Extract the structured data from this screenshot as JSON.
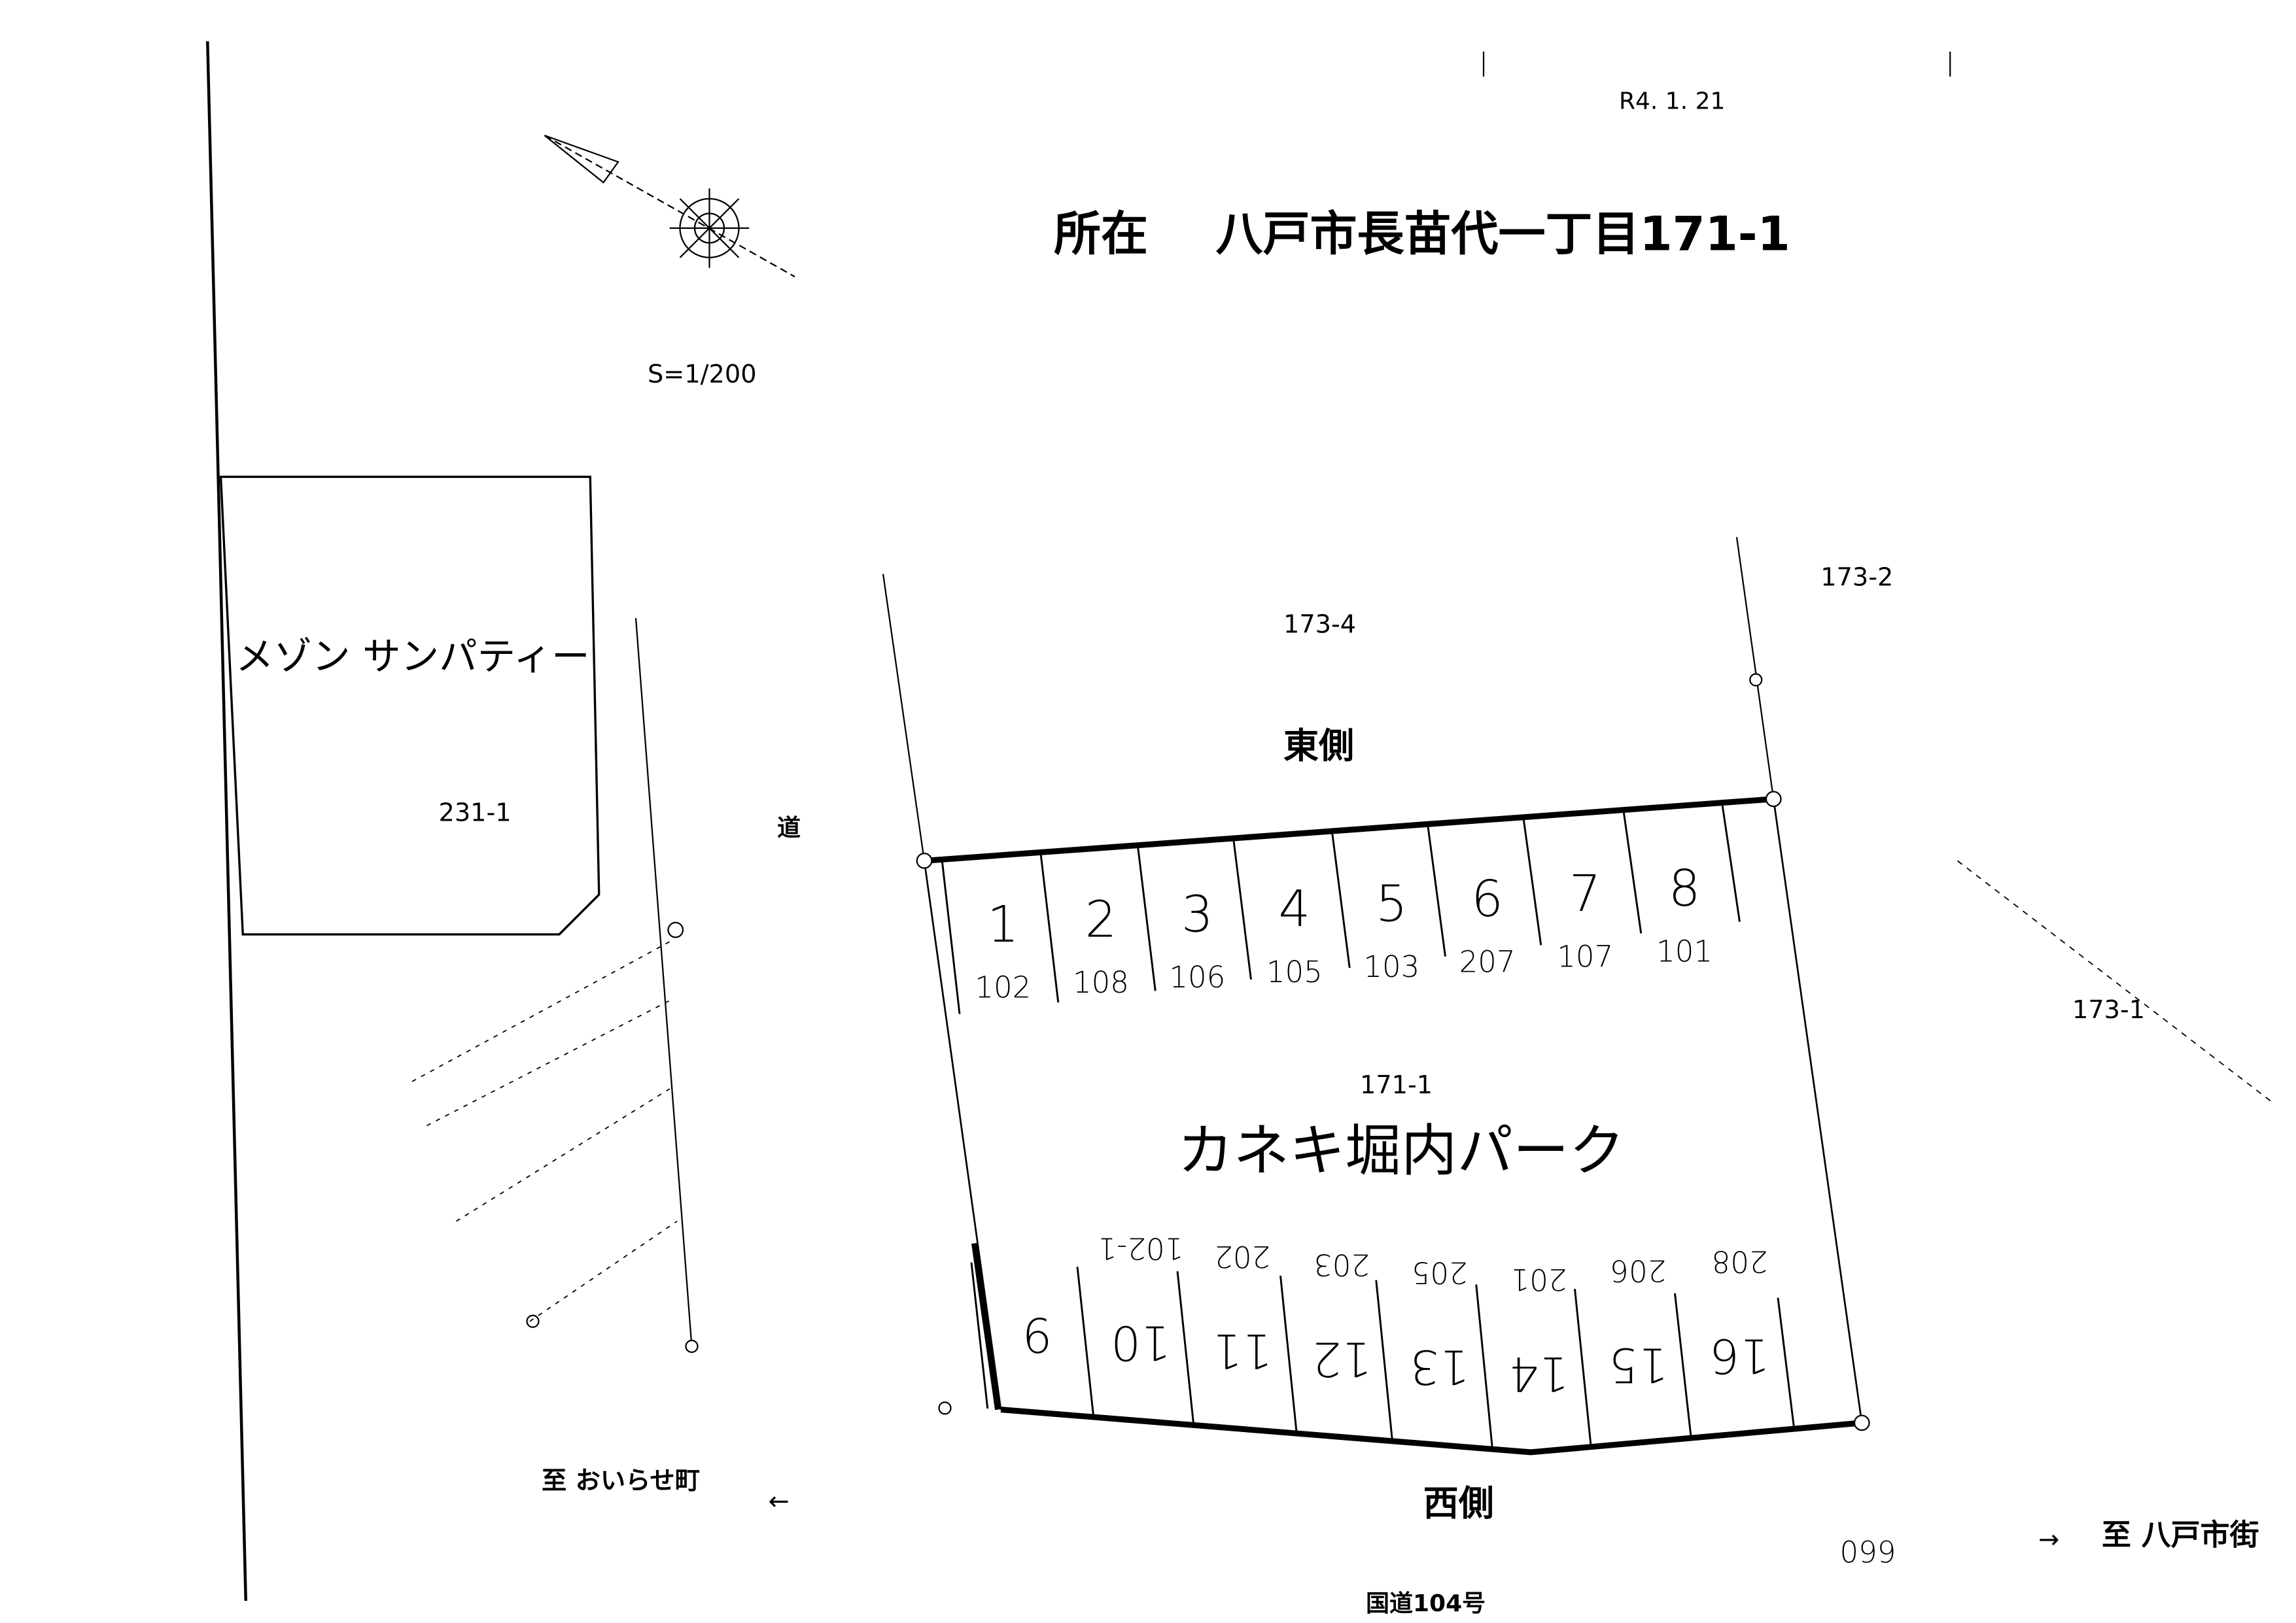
{
  "header": {
    "date": "R4. 1. 21",
    "location_label": "所在",
    "location": "八戸市長苗代一丁目171-1",
    "scale": "S=1/200"
  },
  "parcels": {
    "neighbor_building": "メゾン サンパティー",
    "neighbor_lot": "231-1",
    "north": "173-4",
    "north_east": "173-2",
    "east": "173-1",
    "site_lot": "171-1",
    "bottom_number": "099"
  },
  "site": {
    "name": "カネキ堀内パーク",
    "top_side": "東側",
    "bottom_side": "西側"
  },
  "roads": {
    "road_label": "道",
    "to_left": "至 おいらせ町",
    "to_right": "至 八戸市街",
    "national_road": "国道104号",
    "left_arrow": "←",
    "right_arrow": "→"
  },
  "spaces_top": [
    {
      "number": "1",
      "room": "102"
    },
    {
      "number": "2",
      "room": "108"
    },
    {
      "number": "3",
      "room": "106"
    },
    {
      "number": "4",
      "room": "105"
    },
    {
      "number": "5",
      "room": "103"
    },
    {
      "number": "6",
      "room": "207"
    },
    {
      "number": "7",
      "room": "107"
    },
    {
      "number": "8",
      "room": "101"
    }
  ],
  "spaces_bottom": [
    {
      "number": "9",
      "room": ""
    },
    {
      "number": "10",
      "room": "102-1"
    },
    {
      "number": "11",
      "room": "202"
    },
    {
      "number": "12",
      "room": "203"
    },
    {
      "number": "13",
      "room": "205"
    },
    {
      "number": "14",
      "room": "201"
    },
    {
      "number": "15",
      "room": "206"
    },
    {
      "number": "16",
      "room": "208"
    }
  ]
}
